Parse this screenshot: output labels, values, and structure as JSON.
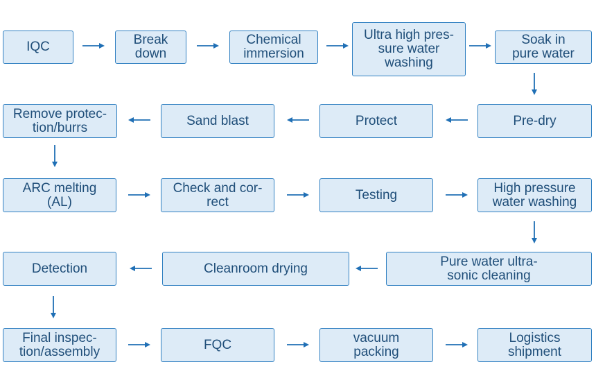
{
  "steps": [
    "IQC",
    "Break\ndown",
    "Chemical\nimmersion",
    "Ultra high pres-\nsure water\nwashing",
    "Soak in\npure water",
    "Pre-dry",
    "Protect",
    "Sand blast",
    "Remove protec-\ntion/burrs",
    "ARC melting\n(AL)",
    "Check and cor-\nrect",
    "Testing",
    "High pressure\nwater washing",
    "Pure water ultra-\nsonic cleaning",
    "Cleanroom drying",
    "Detection",
    "Final inspec-\ntion/assembly",
    "FQC",
    "vacuum\npacking",
    "Logistics\nshipment"
  ],
  "colors": {
    "box_fill": "#ddebf7",
    "box_border": "#2f7fc1",
    "text": "#1f4e79",
    "arrow": "#1f6fb5"
  }
}
